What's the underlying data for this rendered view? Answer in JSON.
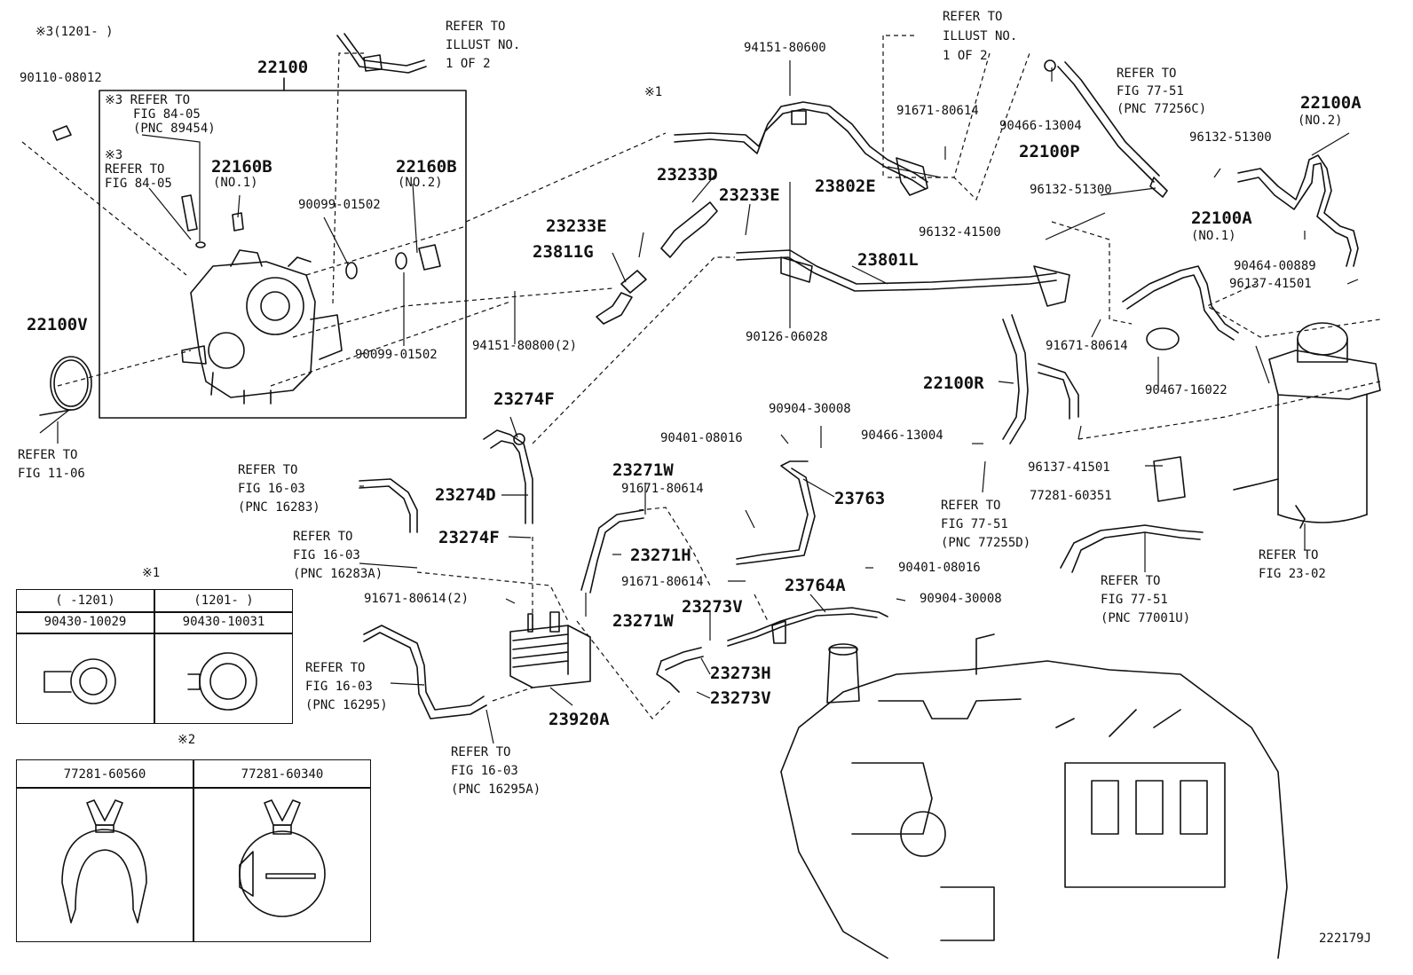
{
  "header_note": "※3(1201-    )",
  "footer_code": "222179J",
  "part_labels": [
    {
      "id": "p90110",
      "text": "90110-08012"
    },
    {
      "id": "p22100",
      "text": "22100"
    },
    {
      "id": "p22100v",
      "text": "22100V"
    },
    {
      "id": "p22160b1",
      "text": "22160B"
    },
    {
      "id": "p22160b1s",
      "text": "(NO.1)"
    },
    {
      "id": "p22160b2",
      "text": "22160B"
    },
    {
      "id": "p22160b2s",
      "text": "(NO.2)"
    },
    {
      "id": "p90099a",
      "text": "90099-01502"
    },
    {
      "id": "p90099b",
      "text": "90099-01502"
    },
    {
      "id": "p94151a",
      "text": "94151-80600"
    },
    {
      "id": "p94151b",
      "text": "94151-80800(2)"
    },
    {
      "id": "p23233d",
      "text": "23233D"
    },
    {
      "id": "p23233e1",
      "text": "23233E"
    },
    {
      "id": "p23233e2",
      "text": "23233E"
    },
    {
      "id": "p23811g",
      "text": "23811G"
    },
    {
      "id": "p23802e",
      "text": "23802E"
    },
    {
      "id": "p23801l",
      "text": "23801L"
    },
    {
      "id": "p90126",
      "text": "90126-06028"
    },
    {
      "id": "p91671a",
      "text": "91671-80614"
    },
    {
      "id": "p91671b",
      "text": "91671-80614"
    },
    {
      "id": "p91671c",
      "text": "91671-80614"
    },
    {
      "id": "p91671d",
      "text": "91671-80614"
    },
    {
      "id": "p91671e",
      "text": "91671-80614(2)"
    },
    {
      "id": "p90466a",
      "text": "90466-13004"
    },
    {
      "id": "p90466b",
      "text": "90466-13004"
    },
    {
      "id": "p22100p",
      "text": "22100P"
    },
    {
      "id": "p96132a",
      "text": "96132-51300"
    },
    {
      "id": "p96132b",
      "text": "96132-51300"
    },
    {
      "id": "p96132c",
      "text": "96132-41500"
    },
    {
      "id": "p22100a2",
      "text": "22100A"
    },
    {
      "id": "p22100a2s",
      "text": "(NO.2)"
    },
    {
      "id": "p22100a1",
      "text": "22100A"
    },
    {
      "id": "p22100a1s",
      "text": "(NO.1)"
    },
    {
      "id": "p90464",
      "text": "90464-00889"
    },
    {
      "id": "p96137a",
      "text": "96137-41501"
    },
    {
      "id": "p96137b",
      "text": "96137-41501"
    },
    {
      "id": "p90467",
      "text": "90467-16022"
    },
    {
      "id": "p22100r",
      "text": "22100R"
    },
    {
      "id": "p77281",
      "text": "77281-60351"
    },
    {
      "id": "p23274f1",
      "text": "23274F"
    },
    {
      "id": "p23274d",
      "text": "23274D"
    },
    {
      "id": "p23274f2",
      "text": "23274F"
    },
    {
      "id": "p23271w1",
      "text": "23271W"
    },
    {
      "id": "p23271h",
      "text": "23271H"
    },
    {
      "id": "p23271w2",
      "text": "23271W"
    },
    {
      "id": "p90904a",
      "text": "90904-30008"
    },
    {
      "id": "p90904b",
      "text": "90904-30008"
    },
    {
      "id": "p90401a",
      "text": "90401-08016"
    },
    {
      "id": "p90401b",
      "text": "90401-08016"
    },
    {
      "id": "p23763",
      "text": "23763"
    },
    {
      "id": "p23764a",
      "text": "23764A"
    },
    {
      "id": "p23273v1",
      "text": "23273V"
    },
    {
      "id": "p23273h",
      "text": "23273H"
    },
    {
      "id": "p23273v2",
      "text": "23273V"
    },
    {
      "id": "p23920a",
      "text": "23920A"
    },
    {
      "id": "pnote1",
      "text": "※1"
    },
    {
      "id": "pnote2",
      "text": "※2"
    }
  ],
  "refer_notes": [
    {
      "id": "r1",
      "lines": [
        "※3 REFER TO",
        "FIG 84-05",
        "(PNC 89454)"
      ]
    },
    {
      "id": "r2",
      "lines": [
        "※3",
        "REFER TO",
        "FIG 84-05"
      ]
    },
    {
      "id": "r3",
      "lines": [
        "REFER TO",
        "ILLUST NO.",
        "1 OF 2"
      ]
    },
    {
      "id": "r4",
      "lines": [
        "REFER TO",
        "ILLUST NO.",
        "1 OF 2"
      ]
    },
    {
      "id": "r5",
      "lines": [
        "REFER TO",
        "FIG 77-51",
        "(PNC 77256C)"
      ]
    },
    {
      "id": "r6",
      "lines": [
        "REFER TO",
        "FIG 11-06"
      ]
    },
    {
      "id": "r7",
      "lines": [
        "REFER TO",
        "FIG 16-03",
        "(PNC 16283)"
      ]
    },
    {
      "id": "r8",
      "lines": [
        "REFER TO",
        "FIG 16-03",
        "(PNC 16283A)"
      ]
    },
    {
      "id": "r9",
      "lines": [
        "REFER TO",
        "FIG 16-03",
        "(PNC 16295)"
      ]
    },
    {
      "id": "r10",
      "lines": [
        "REFER TO",
        "FIG 16-03",
        "(PNC 16295A)"
      ]
    },
    {
      "id": "r11",
      "lines": [
        "REFER TO",
        "FIG 77-51",
        "(PNC 77255D)"
      ]
    },
    {
      "id": "r12",
      "lines": [
        "REFER TO",
        "FIG 77-51",
        "(PNC 77001U)"
      ]
    },
    {
      "id": "r13",
      "lines": [
        "REFER TO",
        "FIG 23-02"
      ]
    },
    {
      "id": "r14",
      "lines": [
        "※1"
      ]
    }
  ],
  "table1": {
    "headers": [
      "(    -1201)",
      "(1201-    )"
    ],
    "parts": [
      "90430-10029",
      "90430-10031"
    ]
  },
  "table2": {
    "parts": [
      "77281-60560",
      "77281-60340"
    ]
  }
}
